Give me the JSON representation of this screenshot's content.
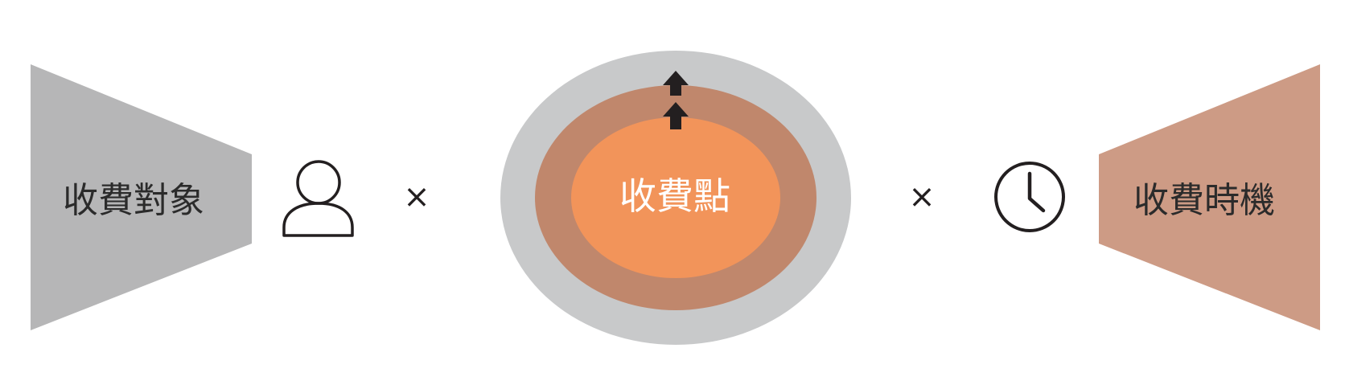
{
  "diagram": {
    "left_target": {
      "label": "收費對象",
      "fill_color": "#b6b6b7",
      "icon": "person-icon"
    },
    "center_point": {
      "label": "收費點",
      "outer_ring_color": "#c8c9ca",
      "middle_ring_color": "#c0876c",
      "inner_color": "#f2945a",
      "arrow_icon": "double-up-arrow-icon"
    },
    "right_timing": {
      "label": "收費時機",
      "fill_color": "#cd9b85",
      "icon": "clock-icon"
    },
    "operator_left": "×",
    "operator_right": "×"
  }
}
